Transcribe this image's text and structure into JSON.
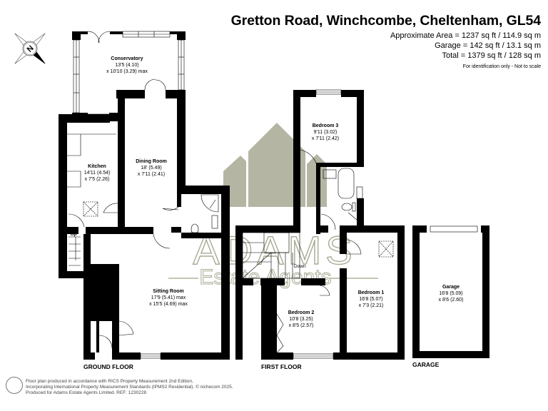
{
  "header": {
    "title": "Gretton Road, Winchcombe, Cheltenham, GL54",
    "areas": [
      "Approximate Area = 1237 sq ft / 114.9 sq m",
      "Garage = 142 sq ft / 13.1 sq m",
      "Total = 1379 sq ft / 128 sq m"
    ],
    "disclaimer": "For identification only - Not to scale"
  },
  "compass": {
    "icon": "north-compass-icon",
    "label": "N"
  },
  "watermark": {
    "brand": "ADAMS",
    "sub": "Estate Agents",
    "color": "#a7aa94"
  },
  "colors": {
    "wall": "#000000",
    "watermark": "#a7aa94",
    "background": "#ffffff"
  },
  "floors": [
    {
      "label": "GROUND FLOOR",
      "rooms": [
        {
          "name": "Conservatory",
          "dim1": "13'5 (4.10)",
          "dim2": "x 10'10 (3.29) max"
        },
        {
          "name": "Kitchen",
          "dim1": "14'11 (4.54)",
          "dim2": "x 7'5 (2.26)"
        },
        {
          "name": "Dining Room",
          "dim1": "18' (5.49)",
          "dim2": "x 7'11 (2.41)"
        },
        {
          "name": "Sitting Room",
          "dim1": "17'9 (5.41) max",
          "dim2": "x 15'5 (4.69) max"
        }
      ],
      "stairs_label": "Up"
    },
    {
      "label": "FIRST FLOOR",
      "rooms": [
        {
          "name": "Bedroom 3",
          "dim1": "9'11 (3.02)",
          "dim2": "x 7'11 (2.42)"
        },
        {
          "name": "Bedroom 1",
          "dim1": "16'8 (5.07)",
          "dim2": "x 7'3 (2.21)"
        },
        {
          "name": "Bedroom 2",
          "dim1": "10'8 (3.25)",
          "dim2": "x 8'5 (2.57)"
        }
      ],
      "stairs_label": "Down"
    },
    {
      "label": "GARAGE",
      "rooms": [
        {
          "name": "Garage",
          "dim1": "16'8 (5.09)",
          "dim2": "x 8'6 (2.60)"
        }
      ]
    }
  ],
  "footer": {
    "lines": [
      "Floor plan produced in accordance with RICS Property Measurement 2nd Edition,",
      "Incorporating International Property Measurement Standards (IPMS2 Residential).   © nichecom 2025.",
      "Produced for Adams Estate Agents Limited.   REF:  1230228"
    ]
  }
}
